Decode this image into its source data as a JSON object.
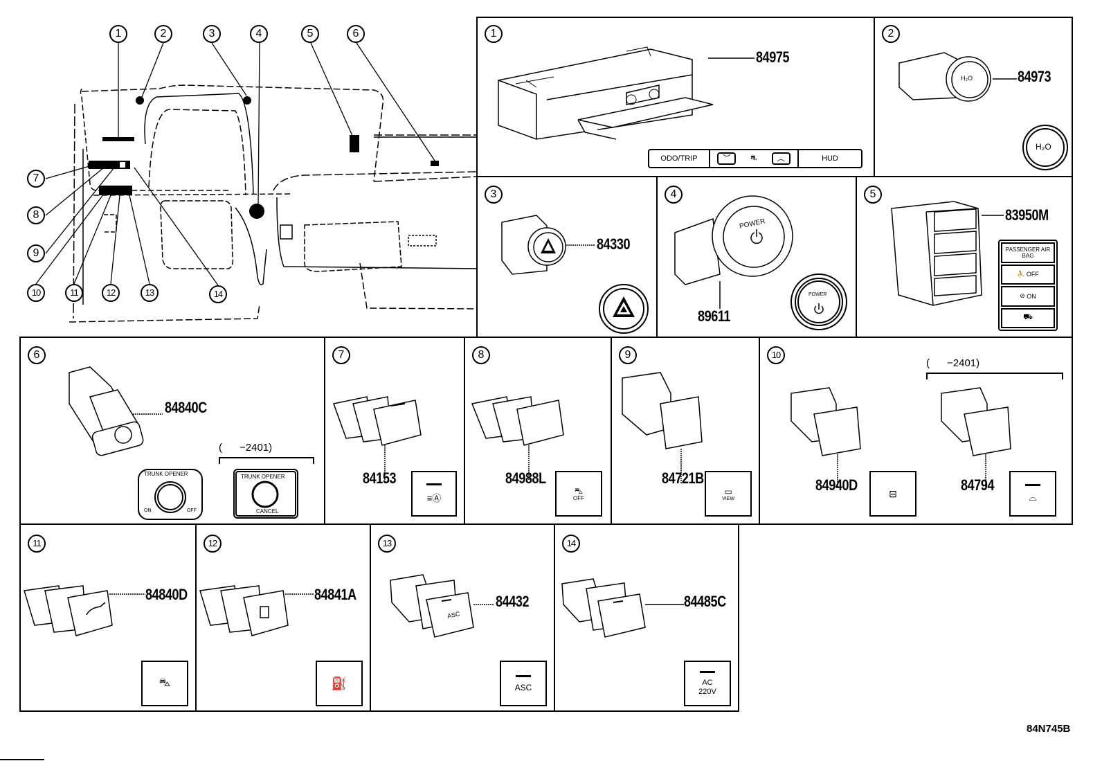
{
  "overview": {
    "callouts": [
      "1",
      "2",
      "3",
      "4",
      "5",
      "6",
      "7",
      "8",
      "9",
      "10",
      "11",
      "12",
      "13",
      "14"
    ]
  },
  "panels": [
    {
      "id": "1",
      "part": "84975",
      "faceplate": [
        "ODO/TRIP",
        "︶",
        "⛐",
        "︵",
        "HUD"
      ]
    },
    {
      "id": "2",
      "part": "84973",
      "faceplate_label": "H₂O"
    },
    {
      "id": "3",
      "part": "84330",
      "faceplate_icon": "hazard-triangle"
    },
    {
      "id": "4",
      "part": "89611",
      "faceplate_label": "POWER",
      "faceplate_icon": "power"
    },
    {
      "id": "5",
      "part": "83950M",
      "faceplate": [
        "PASSENGER AIR BAG",
        "OFF",
        "ON",
        "seatbelt"
      ]
    },
    {
      "id": "6",
      "part": "84840C",
      "variant_note": "(      −2401)",
      "faceplate_a": {
        "title": "TRUNK OPENER",
        "left": "ON",
        "right": "OFF"
      },
      "faceplate_b": {
        "title": "TRUNK OPENER",
        "bottom": "CANCEL"
      }
    },
    {
      "id": "7",
      "part": "84153",
      "faceplate_icon": "auto-headlight"
    },
    {
      "id": "8",
      "part": "84988L",
      "faceplate_icon": "traction-off",
      "faceplate_label": "OFF"
    },
    {
      "id": "9",
      "part": "84721B",
      "faceplate_icon": "camera",
      "faceplate_label": "VIEW"
    },
    {
      "id": "10",
      "part": "84940D",
      "part_b": "84794",
      "variant_note": "(      −2401)",
      "faceplate_icon": "mirror-heater",
      "faceplate_icon_b": "wiper-deicer"
    },
    {
      "id": "11",
      "part": "84840D",
      "faceplate_icon": "trunk"
    },
    {
      "id": "12",
      "part": "84841A",
      "faceplate_icon": "fuel-door"
    },
    {
      "id": "13",
      "part": "84432",
      "faceplate_label": "ASC"
    },
    {
      "id": "14",
      "part": "84485C",
      "faceplate_label": "AC\n220V"
    }
  ],
  "footer": {
    "drawing_code": "84N745B"
  }
}
